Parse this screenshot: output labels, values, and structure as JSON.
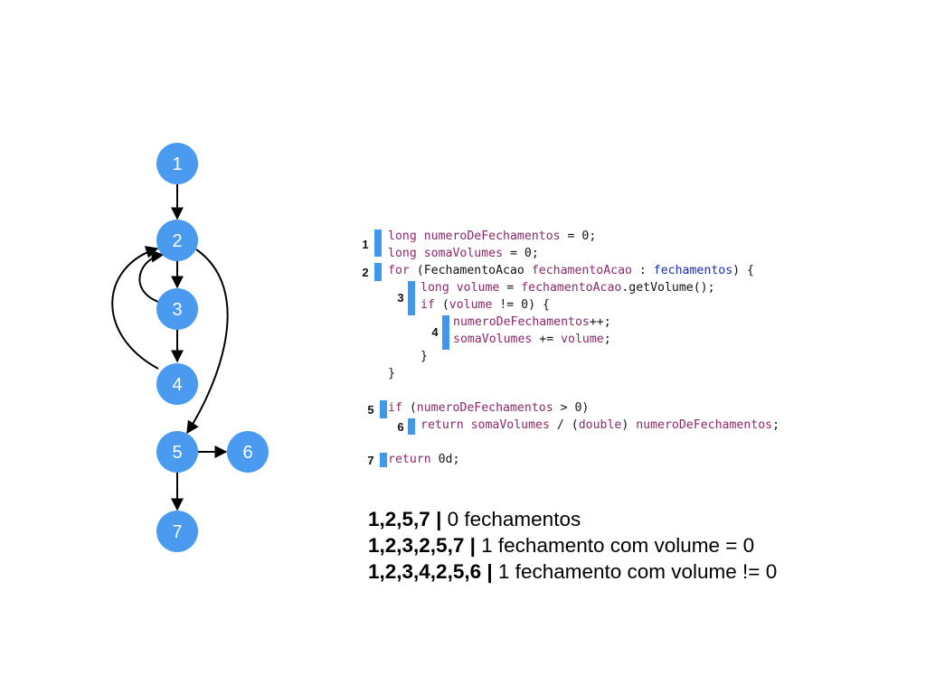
{
  "graph": {
    "nodes": [
      "1",
      "2",
      "3",
      "4",
      "5",
      "6",
      "7"
    ],
    "node_color": "#4a9af0",
    "edges": [
      [
        "1",
        "2"
      ],
      [
        "2",
        "3"
      ],
      [
        "3",
        "2"
      ],
      [
        "3",
        "4"
      ],
      [
        "4",
        "2"
      ],
      [
        "2",
        "5"
      ],
      [
        "5",
        "6"
      ],
      [
        "5",
        "7"
      ]
    ]
  },
  "code": {
    "line1_kw": "long",
    "line1_var": "numeroDeFechamentos",
    "line1_rest": " = 0;",
    "line2_kw": "long",
    "line2_var": "somaVolumes",
    "line2_rest": " = 0;",
    "line3_kw": "for",
    "line3_a": " (FechamentoAcao ",
    "line3_var": "fechamentoAcao",
    "line3_b": " : ",
    "line3_field": "fechamentos",
    "line3_c": ") {",
    "line4_kw": "long",
    "line4_var": "volume",
    "line4_a": " = ",
    "line4_var2": "fechamentoAcao",
    "line4_b": ".getVolume();",
    "line5_kw": "if",
    "line5_a": " (",
    "line5_var": "volume",
    "line5_b": " != 0) {",
    "line6_var": "numeroDeFechamentos",
    "line6_rest": "++;",
    "line7_var": "somaVolumes",
    "line7_a": " += ",
    "line7_var2": "volume",
    "line7_b": ";",
    "line8": "}",
    "line9": "}",
    "line10_kw": "if",
    "line10_a": " (",
    "line10_var": "numeroDeFechamentos",
    "line10_b": " > 0)",
    "line11_kw": "return",
    "line11_a": " ",
    "line11_var": "somaVolumes",
    "line11_b": " / (",
    "line11_kw2": "double",
    "line11_c": ") ",
    "line11_var2": "numeroDeFechamentos",
    "line11_d": ";",
    "line12_kw": "return",
    "line12_rest": " 0d;"
  },
  "markers": [
    "1",
    "2",
    "3",
    "4",
    "5",
    "6",
    "7"
  ],
  "colors": {
    "marker": "#3f98ee",
    "keyword": "#8b2a6a",
    "field": "#1a2aa8"
  },
  "paths": [
    {
      "sequence": "1,2,5,7",
      "separator": " | ",
      "description": "0 fechamentos"
    },
    {
      "sequence": "1,2,3,2,5,7",
      "separator": " | ",
      "description": "1 fechamento com volume = 0"
    },
    {
      "sequence": "1,2,3,4,2,5,6",
      "separator": " | ",
      "description": "1 fechamento com volume != 0"
    }
  ]
}
